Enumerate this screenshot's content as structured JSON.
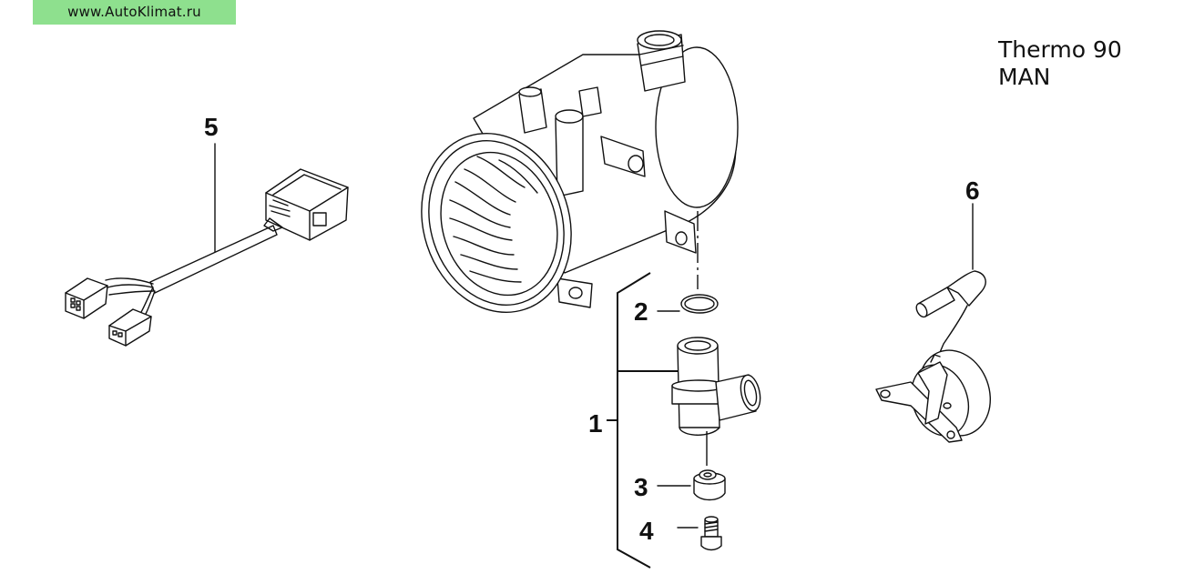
{
  "website_badge": "www.AutoKlimat.ru",
  "model_label": {
    "line1": "Thermo 90",
    "line2": "MAN"
  },
  "callouts": {
    "part1": "1",
    "part2": "2",
    "part3": "3",
    "part4": "4",
    "part5": "5",
    "part6": "6"
  },
  "colors": {
    "badge_background": "#8ee08e",
    "line": "#111111",
    "background": "#ffffff"
  }
}
